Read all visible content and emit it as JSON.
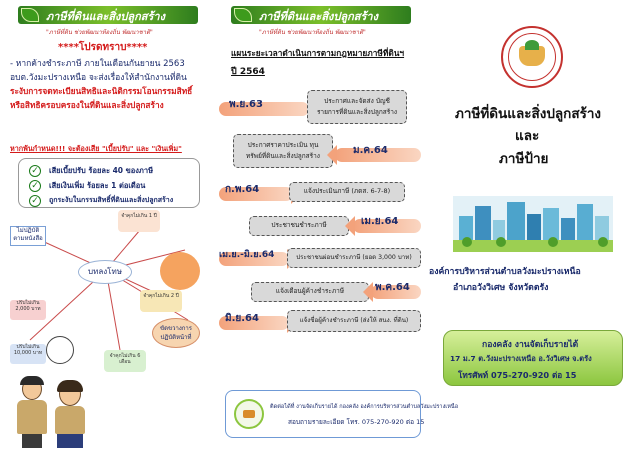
{
  "brand": {
    "banner_title": "ภาษีที่ดินและสิ่งปลูกสร้าง",
    "banner_slogan": "\"ภาษีที่ดิน ช่วยพัฒนาท้องถิ่น พัฒนาชาติ\""
  },
  "panel_left": {
    "notice_heading": "****โปรดทราบ****",
    "notice_line1": "- หากค้างชำระภาษี ภายในเดือนกันยายน 2563",
    "notice_line2": "อบต.วังมะปรางเหนือ จะส่งเรื่องให้สำนักงานที่ดิน",
    "notice_line3": "ระงับการจดทะเบียนสิทธิและนิติกรรมโอนกรรมสิทธิ์",
    "notice_line4": "หรือสิทธิครอบครองในที่ดินและสิ่งปลูกสร้าง",
    "late_heading": "หากพ้นกำหนด!!! จะต้องเสีย \"เบี้ยปรับ\" และ \"เงินเพิ่ม\"",
    "penalty_1": "เสียเบี้ยปรับ ร้อยละ 40 ของภาษี",
    "penalty_2": "เสียเงินเพิ่ม ร้อยละ 1 ต่อเดือน",
    "penalty_3": "ถูกระงับในกรรมสิทธิ์ที่ดินและสิ่งปลูกสร้าง",
    "flow_center": "บทลงโทษ",
    "flow_no_comply": "ไม่ปฏิบัติ ตามหนังสือ",
    "flow_fine_2000": "ปรับไม่เกิน 2,000 บาท",
    "flow_fine_10000": "ปรับไม่เกิน 10,000 บาท",
    "flow_obstruct": "ขัดขวางการ ปฏิบัติหน้าที่",
    "flow_jail_1": "จำคุกไม่เกิน 1 ปี",
    "flow_jail_2": "จำคุกไม่เกิน 2 ปี",
    "flow_jail_6": "จำคุกไม่เกิน 6 เดือน"
  },
  "panel_mid": {
    "timeline_title": "แผนระยะเวลาดำเนินการตามกฎหมายภาษีที่ดินฯ",
    "timeline_year": "ปี 2564",
    "rows": [
      {
        "date": "พ.ย.63",
        "text": "ประกาศและจัดส่ง บัญชีรายการที่ดินและสิ่งปลูกสร้าง"
      },
      {
        "date": "ม.ค.64",
        "text": "ประกาศราคาประเมิน ทุนทรัพย์ที่ดินและสิ่งปลูกสร้าง"
      },
      {
        "date": "ก.พ.64",
        "text": "แจ้งประเมินภาษี (ภดส. 6-7-8)"
      },
      {
        "date": "เม.ย.64",
        "text": "ประชาชนชำระภาษี"
      },
      {
        "date": "เม.ย.-มิ.ย.64",
        "text": "ประชาชนผ่อนชำระภาษี (ยอด 3,000 บาท)"
      },
      {
        "date": "พ.ค.64",
        "text": "แจ้งเตือนผู้ค้างชำระภาษี"
      },
      {
        "date": "มิ.ย.64",
        "text": "แจ้งชื่อผู้ค้างชำระภาษี (ส่งให้ สนง. ที่ดิน)"
      }
    ],
    "contact_line1": "ติดต่อได้ที่ งานจัดเก็บรายได้ กองคลัง องค์การบริหารส่วนตำบลวังมะปรางเหนือ",
    "contact_line2": "สอบถามรายละเอียด โทร. 075-270-920 ต่อ 15"
  },
  "panel_right": {
    "title_line1": "ภาษีที่ดินและสิ่งปลูกสร้าง",
    "title_line2": "และ",
    "title_line3": "ภาษีป้าย",
    "org_line1": "องค์การบริหารส่วนตำบลวังมะปรางเหนือ",
    "org_line2": "อำเภอวังวิเศษ จังหวัดตรัง",
    "office_line1": "กองคลัง งานจัดเก็บรายได้",
    "office_line2": "17 ม.7 ต.วังมะปรางเหนือ อ.วังวิเศษ จ.ตรัง",
    "office_line3": "โทรศัพท์ 075-270-920 ต่อ 15"
  },
  "colors": {
    "accent_green": "#7bbf2a",
    "alert_red": "#d41a1a",
    "navy": "#1a2a6b",
    "timeline_arrow": "#f3a27b"
  }
}
